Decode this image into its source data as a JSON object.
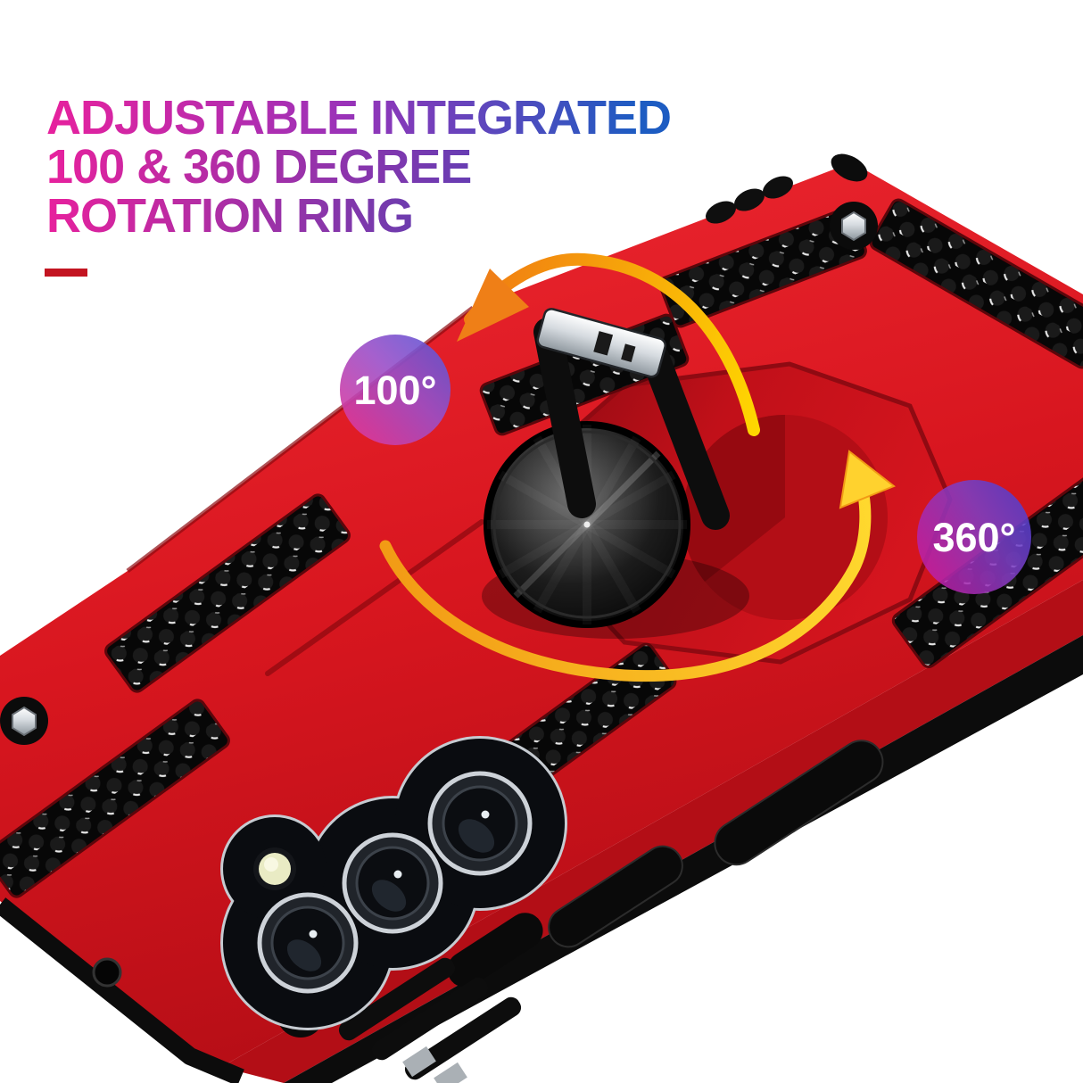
{
  "page": {
    "background": "#ffffff",
    "description_of_scene": "Red armored phone case with pop-out kickstand ring, triple camera, honeycomb grip inserts"
  },
  "headline": {
    "line1": "ADJUSTABLE INTEGRATED",
    "line2": "100 & 360 DEGREE",
    "line3": "ROTATION RING"
  },
  "badges": {
    "flip_angle": "100°",
    "spin_angle": "360°"
  },
  "icons": {
    "flip_arrow": "curved-arrow-counterclockwise",
    "spin_arrow": "curved-arrow-clockwise",
    "corner_bolt": "hex-bolt",
    "camera": "triple-lens-camera",
    "kickstand": "ring-kickstand"
  },
  "colors": {
    "background": "#ffffff",
    "case_red": "#dd1a23",
    "case_red_bright": "#ee2831",
    "case_red_dark": "#b30e16",
    "rim_black": "#0c0c0c",
    "honeycomb_black": "#070707",
    "title_gradient_start": "#e7219d",
    "title_gradient_mid": "#8a36bf",
    "title_gradient_end": "#1d5cc2",
    "underline_red": "#c31421",
    "arrow_yellow": "#ffd900",
    "arrow_orange": "#f07c12",
    "badge_pink": "#e0379b",
    "badge_blue": "#4b54d4",
    "metal_silver": "#c7cdd3"
  }
}
